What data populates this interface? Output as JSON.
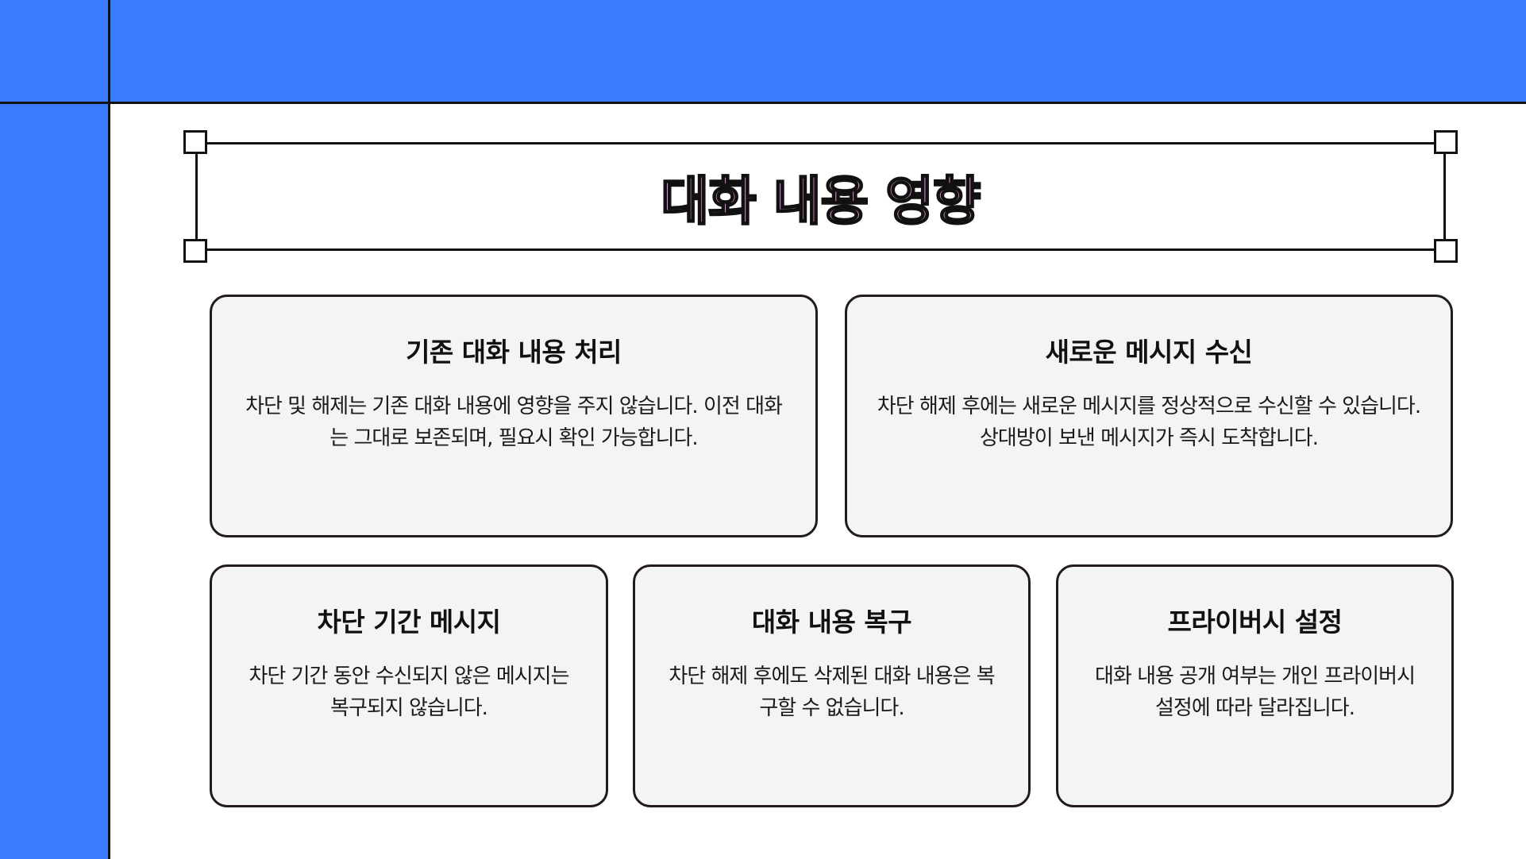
{
  "slide": {
    "title": "대화 내용 영향",
    "colors": {
      "background_band": "#3a7bff",
      "title_fill": "#f59be8",
      "card_fill": "#f4f4f4",
      "outline": "#111111"
    }
  },
  "cards": [
    {
      "heading": "기존 대화 내용 처리",
      "body": "차단 및 해제는 기존 대화 내용에 영향을 주지 않습니다. 이전 대화는 그대로 보존되며, 필요시 확인 가능합니다."
    },
    {
      "heading": "새로운 메시지 수신",
      "body": "차단 해제 후에는 새로운 메시지를 정상적으로 수신할 수 있습니다. 상대방이 보낸 메시지가 즉시 도착합니다."
    },
    {
      "heading": "차단 기간 메시지",
      "body": "차단 기간 동안 수신되지 않은 메시지는 복구되지 않습니다."
    },
    {
      "heading": "대화 내용 복구",
      "body": "차단 해제 후에도 삭제된 대화 내용은 복구할 수 없습니다."
    },
    {
      "heading": "프라이버시 설정",
      "body": "대화 내용 공개 여부는 개인 프라이버시 설정에 따라 달라집니다."
    }
  ]
}
